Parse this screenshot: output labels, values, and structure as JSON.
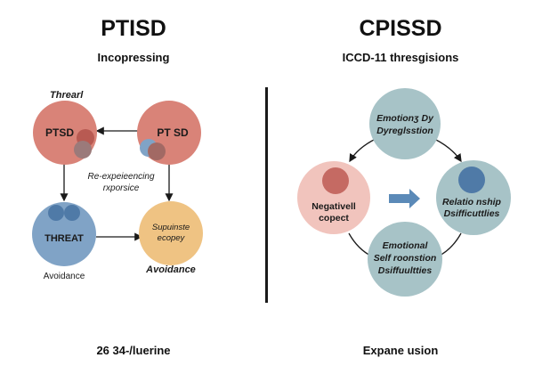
{
  "left": {
    "title": "PTISD",
    "subtitle": "Incopressing",
    "footer": "26 34-/luerine",
    "top_left_caption": "Threarl",
    "center_caption_line1": "Re-expeieencing",
    "center_caption_line2": "rxporsice",
    "node_top_left": "PTSD",
    "node_top_right": "PT SD",
    "node_bottom_left": "THREAT",
    "node_bottom_right_line1": "Supuinste",
    "node_bottom_right_line2": "ecopey",
    "caption_bottom_left": "Avoidance",
    "caption_bottom_right": "Avoidance"
  },
  "right": {
    "title": "CPISSD",
    "subtitle": "ICCD-11 thresgisions",
    "footer": "Expane usion",
    "node_top_line1": "Emotionʒ Dy",
    "node_top_line2": "Dyreglsstion",
    "node_left_line1": "Negativell",
    "node_left_line2": "copect",
    "node_right_line1": "Relatio nship",
    "node_right_line2": "Dsifficuttlies",
    "node_bottom_line1": "Emotional",
    "node_bottom_line2": "Self roonstion",
    "node_bottom_line3": "Dsiffuultties"
  },
  "colors": {
    "red_node": "#d98378",
    "red_dark": "#b85a52",
    "salmon_node": "#f1c4bd",
    "blue_node": "#80a3c6",
    "blue_dark": "#4f7aa7",
    "yellow_node": "#efc383",
    "teal_node": "#a7c3c7",
    "arrow_blue": "#5b8ab8",
    "text_dark": "#1a1a1a"
  }
}
